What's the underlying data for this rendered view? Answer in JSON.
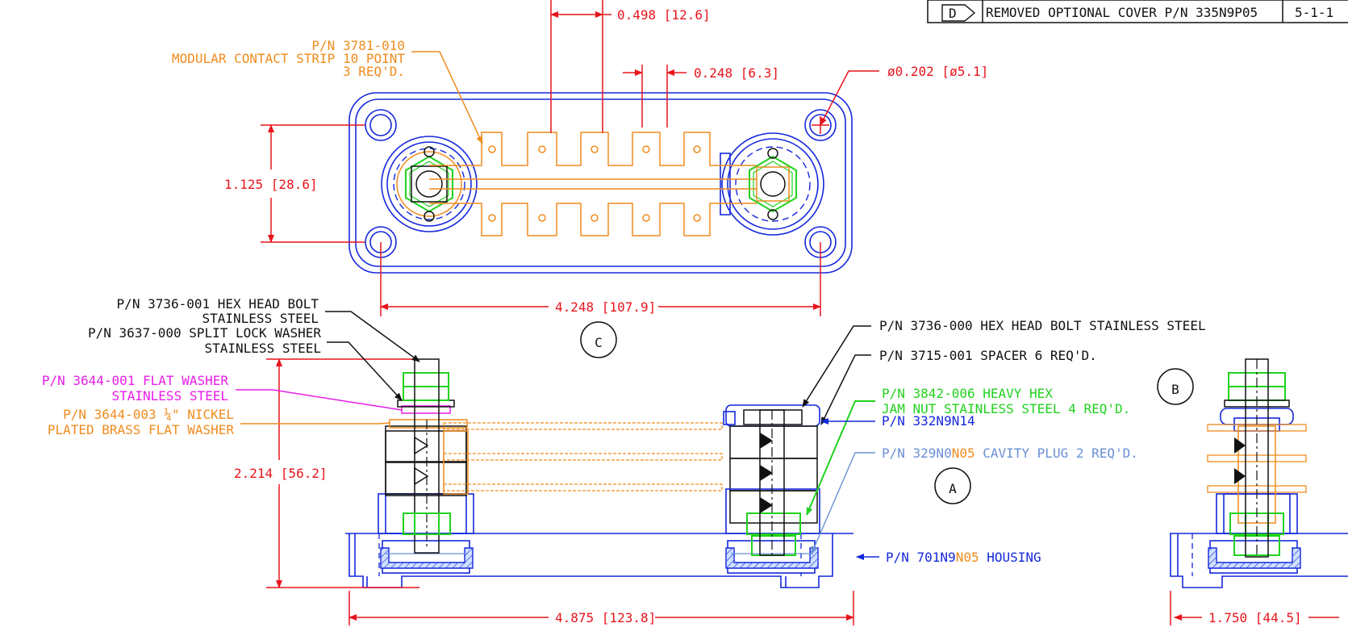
{
  "revision_block": {
    "letter": "D",
    "description": "REMOVED OPTIONAL COVER P/N 335N9P05",
    "date": "5-1-1"
  },
  "dimensions": {
    "pitch": "0.498 [12.6]",
    "slot_width": "0.248 [6.3]",
    "hole_dia": "ø0.202 [ø5.1]",
    "height_top": "1.125 [28.6]",
    "mount_spacing": "4.248 [107.9]",
    "overall_height": "2.214 [56.2]",
    "overall_length": "4.875 [123.8]",
    "overall_width": "1.750 [44.5]"
  },
  "callouts": {
    "contact_strip": {
      "line1": "P/N 3781-010",
      "line2": "MODULAR CONTACT STRIP 10 POINT",
      "line3": "3 REQ'D."
    },
    "hex_bolt_left": {
      "line1": "P/N 3736-001 HEX HEAD BOLT",
      "line2": "STAINLESS STEEL"
    },
    "lock_washer": {
      "line1": "P/N 3637-000 SPLIT LOCK WASHER",
      "line2": "STAINLESS STEEL"
    },
    "flat_washer": {
      "line1": "P/N 3644-001 FLAT WASHER",
      "line2": "STAINLESS STEEL"
    },
    "brass_washer": {
      "line1": "P/N 3644-003 ¼\" NICKEL",
      "line2": "PLATED BRASS FLAT WASHER"
    },
    "hex_bolt_right": "P/N 3736-000 HEX HEAD BOLT STAINLESS STEEL",
    "spacer": "P/N 3715-001 SPACER 6 REQ'D.",
    "jam_nut": {
      "line1": "P/N 3842-006 HEAVY HEX",
      "line2": "JAM NUT STAINLESS STEEL 4 REQ'D."
    },
    "part_332": "P/N 332N9N14",
    "cavity_plug": {
      "prefix": "P/N 329N0",
      "suffix": "N05",
      "rest": " CAVITY PLUG 2 REQ'D."
    },
    "housing": {
      "prefix": "P/N 701N9",
      "suffix": "N05",
      "rest": " HOUSING"
    }
  },
  "view_labels": {
    "top_view": "C",
    "side_view": "A",
    "end_view": "B"
  },
  "colors": {
    "dimension": "#e8141c",
    "contact": "#f08c1e",
    "housing": "#1428dc",
    "nut": "#21d21e",
    "washer": "#e61ee6",
    "leader": "#111111",
    "plug": "#6a8fd6"
  }
}
